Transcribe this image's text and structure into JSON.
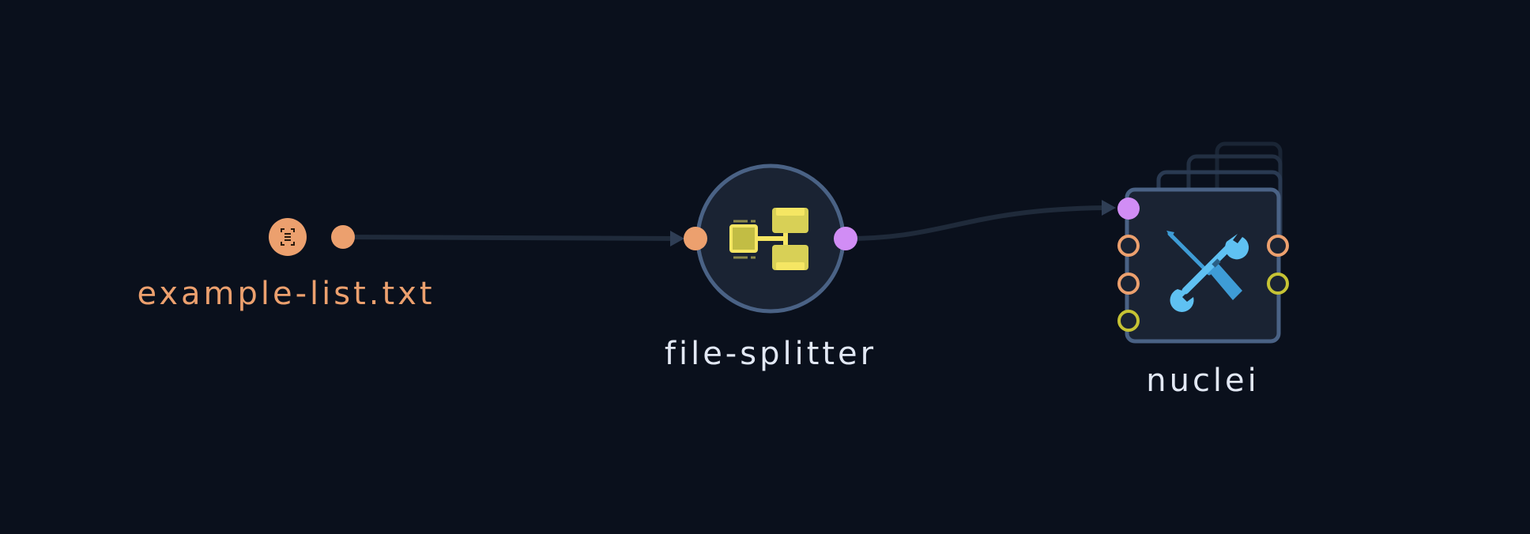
{
  "workflow": {
    "nodes": {
      "input_file": {
        "label": "example-list.txt",
        "icon": "file-list-icon",
        "color": "#eca06e"
      },
      "splitter": {
        "label": "file-splitter",
        "icon": "file-split-icon",
        "icon_color": "#f5e663"
      },
      "scanner": {
        "label": "nuclei",
        "icon": "tools-icon",
        "icon_color": "#4fb6ee"
      }
    },
    "colors": {
      "background": "#0a101c",
      "node_fill": "#1a2333",
      "node_border": "#4a6285",
      "edge": "#1f2a3a",
      "port_orange": "#eca06e",
      "port_purple": "#d18df5",
      "port_yellow": "#c6c334"
    }
  }
}
